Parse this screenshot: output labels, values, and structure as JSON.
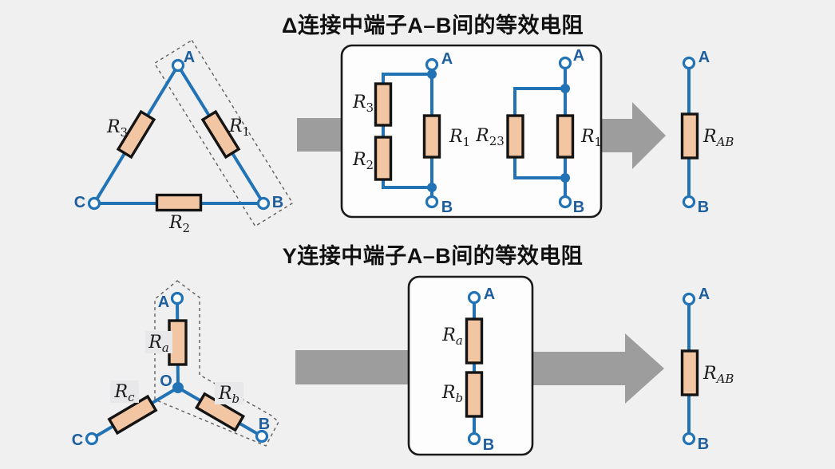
{
  "titles": {
    "delta": "Δ连接中端子A–B间的等效电阻",
    "wye": "Y连接中端子A–B间的等效电阻"
  },
  "colors": {
    "background": "#f0f0f1",
    "wire_blue": "#2273b5",
    "node_label_blue": "#1e5e9c",
    "resistor_fill": "#f2c5a3",
    "resistor_border": "#141414",
    "arrow_gray": "#9d9d9d",
    "dashed_outline": "#5f5f5f",
    "equivalence_box_border": "#1a1a1a",
    "title_text": "#111111"
  },
  "delta_circuit": {
    "node_a": "A",
    "node_b": "B",
    "node_c": "C",
    "r1": {
      "base": "R",
      "sub": "1"
    },
    "r2": {
      "base": "R",
      "sub": "2"
    },
    "r3": {
      "base": "R",
      "sub": "3"
    }
  },
  "delta_step1": {
    "node_a": "A",
    "node_b": "B",
    "r3": {
      "base": "R",
      "sub": "3"
    },
    "r2": {
      "base": "R",
      "sub": "2"
    },
    "r1": {
      "base": "R",
      "sub": "1"
    }
  },
  "delta_step2": {
    "node_a": "A",
    "node_b": "B",
    "r23": {
      "base": "R",
      "sub": "23"
    },
    "r1": {
      "base": "R",
      "sub": "1"
    }
  },
  "delta_result": {
    "node_a": "A",
    "node_b": "B",
    "rab": {
      "base": "R",
      "sub": "AB"
    }
  },
  "wye_circuit": {
    "node_a": "A",
    "node_b": "B",
    "node_c": "C",
    "node_o": "O",
    "ra": {
      "base": "R",
      "sub": "a"
    },
    "rb": {
      "base": "R",
      "sub": "b"
    },
    "rc": {
      "base": "R",
      "sub": "c"
    }
  },
  "wye_step": {
    "node_a": "A",
    "node_b": "B",
    "ra": {
      "base": "R",
      "sub": "a"
    },
    "rb": {
      "base": "R",
      "sub": "b"
    }
  },
  "wye_result": {
    "node_a": "A",
    "node_b": "B",
    "rab": {
      "base": "R",
      "sub": "AB"
    }
  }
}
